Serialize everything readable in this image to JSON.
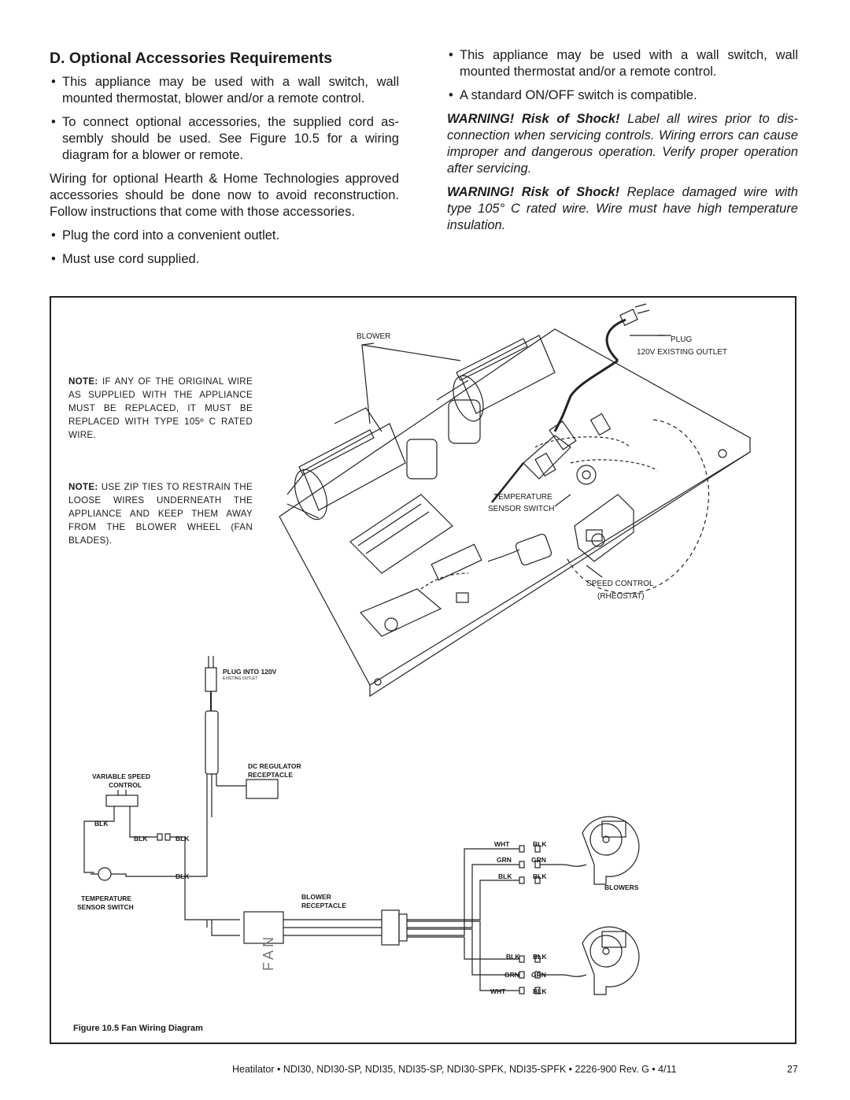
{
  "heading": "D. Optional Accessories Requirements",
  "left": {
    "bullet1": "This appliance may be used with a wall switch, wall mounted thermostat, blower and/or a remote control.",
    "bullet2": "To connect optional accessories, the supplied cord as-sembly should be used.  See Figure 10.5  for a wiring diagram for a blower or remote.",
    "para": "Wiring for optional Hearth & Home Technologies approved accessories should be done now to avoid reconstruction. Follow instructions that come with those accessories.",
    "bullet3": "Plug the cord into a convenient outlet.",
    "bullet4": "Must use cord supplied."
  },
  "right": {
    "bullet1": "This appliance may be used with a wall switch, wall mounted thermostat and/or a remote control.",
    "bullet2": "A standard ON/OFF switch is compatible.",
    "warn1_bold": "WARNING! Risk of Shock!",
    "warn1_text": " Label all wires prior to dis-connection when servicing controls. Wiring errors can cause improper and dangerous operation. Verify proper operation after servicing.",
    "warn2_bold": "WARNING! Risk of Shock!",
    "warn2_text": " Replace damaged wire with type 105° C rated wire. Wire must have high temperature insulation."
  },
  "figure": {
    "note1_bold": "NOTE:",
    "note1_text": " IF ANY OF THE ORIGINAL WIRE AS SUPPLIED WITH THE APPLIANCE MUST BE REPLACED, IT MUST BE REPLACED WITH TYPE 105º C RATED WIRE.",
    "note2_bold": "NOTE:",
    "note2_text": " USE ZIP TIES TO RESTRAIN THE LOOSE WIRES UNDERNEATH THE APPLIANCE AND KEEP THEM AWAY FROM THE BLOWER WHEEL (FAN BLADES).",
    "labels": {
      "blower": "BLOWER",
      "plug": "PLUG",
      "outlet": "120V EXISTING OUTLET",
      "temp_sensor_1": "TEMPERATURE",
      "temp_sensor_2": "SENSOR SWITCH",
      "speed_1": "SPEED CONTROL",
      "speed_2": "(RHEOSTAT)",
      "plug_into": "PLUG INTO 120V",
      "existing_outlet": "EXISTING OUTLET",
      "dc_reg_1": "DC REGULATOR",
      "dc_reg_2": "RECEPTACLE",
      "var_speed_1": "VARIABLE SPEED",
      "var_speed_2": "CONTROL",
      "blk": "BLK",
      "temp_sw_1": "TEMPERATURE",
      "temp_sw_2": "SENSOR SWITCH",
      "blower_rec_1": "BLOWER",
      "blower_rec_2": "RECEPTACLE",
      "fan": "FAN",
      "wht": "WHT",
      "grn": "GRN",
      "blowers": "BLOWERS"
    },
    "caption": "Figure 10.5 Fan Wiring Diagram"
  },
  "footer": "Heatilator  •  NDI30, NDI30-SP, NDI35, NDI35-SP, NDI30-SPFK, NDI35-SPFK  •  2226-900 Rev. G  •  4/11",
  "page_number": "27"
}
